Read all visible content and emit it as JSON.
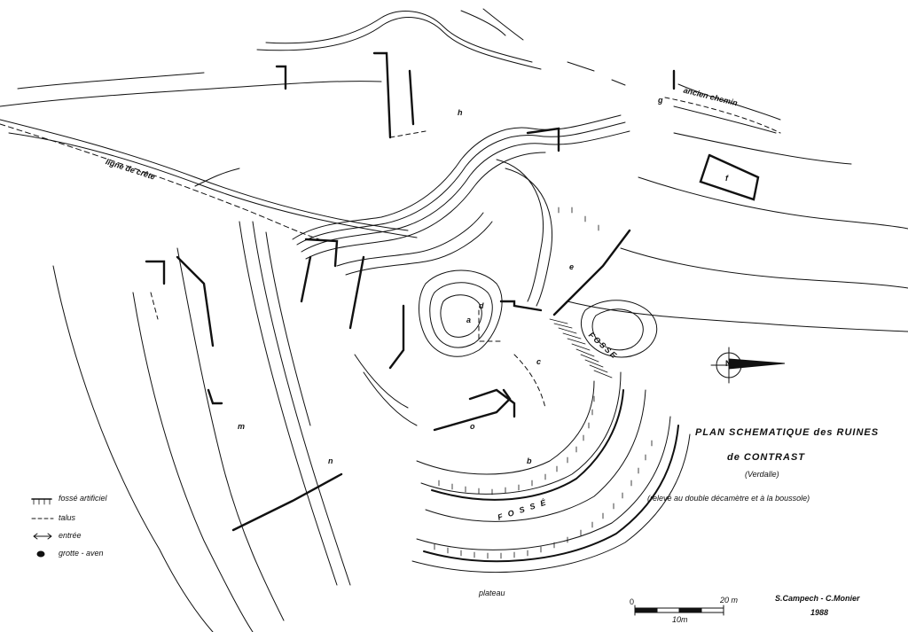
{
  "title": {
    "line1": "PLAN  SCHEMATIQUE des RUINES",
    "line2": "de  CONTRAST",
    "line3": "(Verdalle)",
    "line4": "(relevé  au double décamètre  et  à la boussole)"
  },
  "labels": {
    "ligne_de_crete": "ligne de crête",
    "ancien_chemin": "ancien  chemin",
    "fosse_east": "FOSSE",
    "fosse_south": "F O S S É",
    "plateau": "plateau"
  },
  "letters": [
    "h",
    "g",
    "f",
    "e",
    "d",
    "c",
    "a",
    "b",
    "o",
    "m",
    "n"
  ],
  "legend": [
    {
      "symbol": "ditch",
      "text": "fossé artificiel"
    },
    {
      "symbol": "dashed",
      "text": "talus"
    },
    {
      "symbol": "arrow",
      "text": "entrée"
    },
    {
      "symbol": "blob",
      "text": "grotte - aven"
    }
  ],
  "scale": {
    "zero": "0",
    "max": "20 m",
    "mid": "10m"
  },
  "authors": {
    "names": "S.Campech  -  C.Monier",
    "year": "1988"
  },
  "north_arrow": {
    "symbol": "N"
  }
}
